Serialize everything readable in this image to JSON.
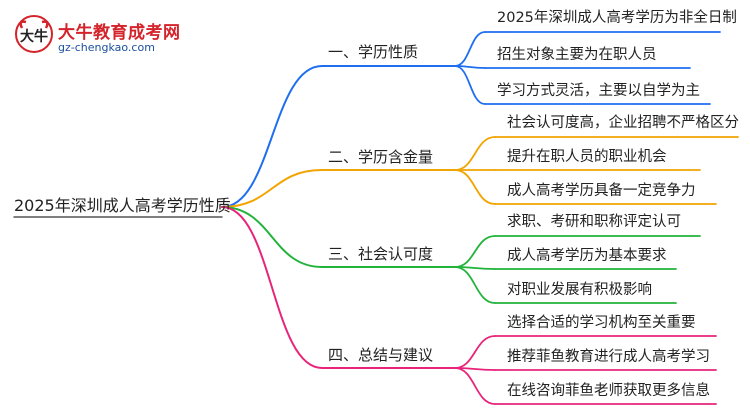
{
  "logo": {
    "mark_text": "大牛",
    "name": "大牛教育成考网",
    "url": "gz-chengkao.com"
  },
  "root": "2025年深圳成人高考学历性质",
  "colors": {
    "branch1": "#1e6ff0",
    "branch2": "#f2a400",
    "branch3": "#22b33b",
    "branch4": "#e8247a",
    "brand_red": "#d4232b",
    "brand_blue": "#1a4f9c"
  },
  "branches": [
    {
      "label": "一、学历性质",
      "leaves": [
        "2025年深圳成人高考学历为非全日制",
        "招生对象主要为在职人员",
        "学习方式灵活，主要以自学为主"
      ]
    },
    {
      "label": "二、学历含金量",
      "leaves": [
        "社会认可度高，企业招聘不严格区分",
        "提升在职人员的职业机会",
        "成人高考学历具备一定竞争力"
      ]
    },
    {
      "label": "三、社会认可度",
      "leaves": [
        "求职、考研和职称评定认可",
        "成人高考学历为基本要求",
        "对职业发展有积极影响"
      ]
    },
    {
      "label": "四、总结与建议",
      "leaves": [
        "选择合适的学习机构至关重要",
        "推荐菲鱼教育进行成人高考学习",
        "在线咨询菲鱼老师获取更多信息"
      ]
    }
  ]
}
